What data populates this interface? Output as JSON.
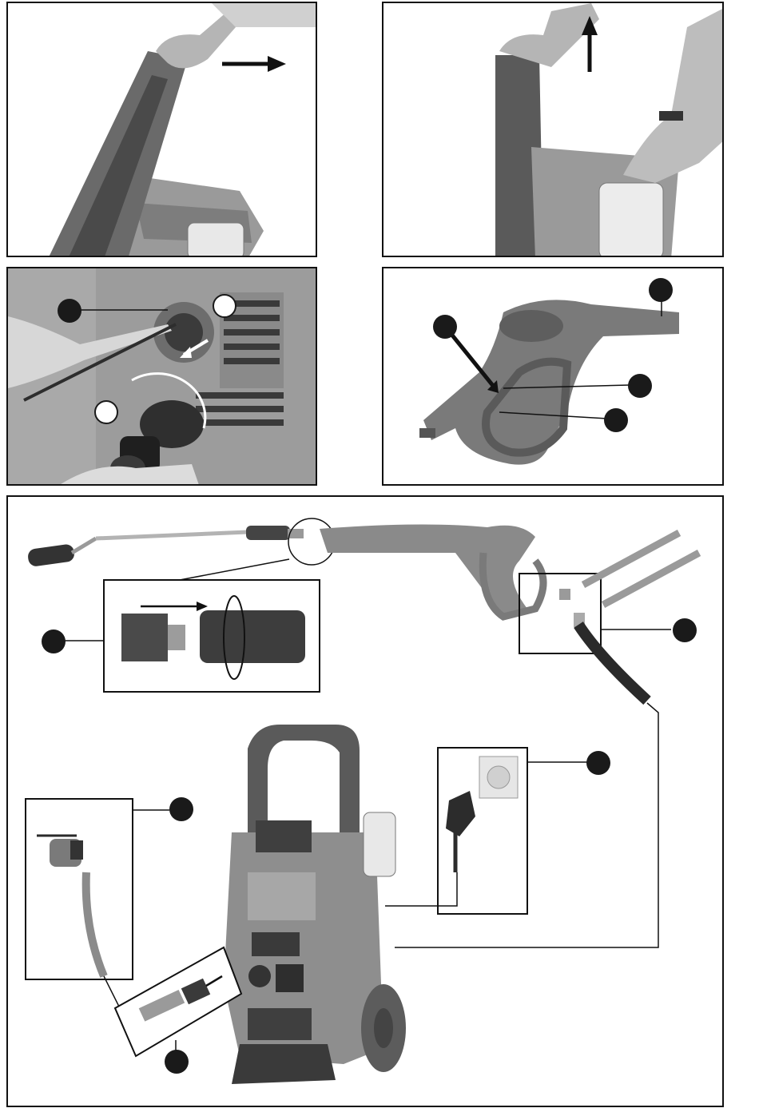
{
  "figures": [
    {
      "id": "fig-1",
      "subject": "lifting-handle-pull-right"
    },
    {
      "id": "fig-2",
      "subject": "lifting-unit-upright"
    },
    {
      "id": "fig-3",
      "subject": "water-inlet-filter-and-adapter"
    },
    {
      "id": "fig-4",
      "subject": "trigger-gun-with-lock"
    },
    {
      "id": "fig-5",
      "subject": "full-assembly-connections"
    }
  ],
  "colors": {
    "background": "#ffffff",
    "frame": "#111111",
    "label_fill": "#1a1a1a",
    "body_gray": "#8a8a8a",
    "dark_gray": "#4a4a4a",
    "light_gray": "#c8c8c8"
  },
  "icons": [
    "arrow-right-icon",
    "arrow-up-icon",
    "rotate-icon",
    "wrench-icon",
    "plug-icon",
    "socket-icon",
    "tap-icon"
  ]
}
